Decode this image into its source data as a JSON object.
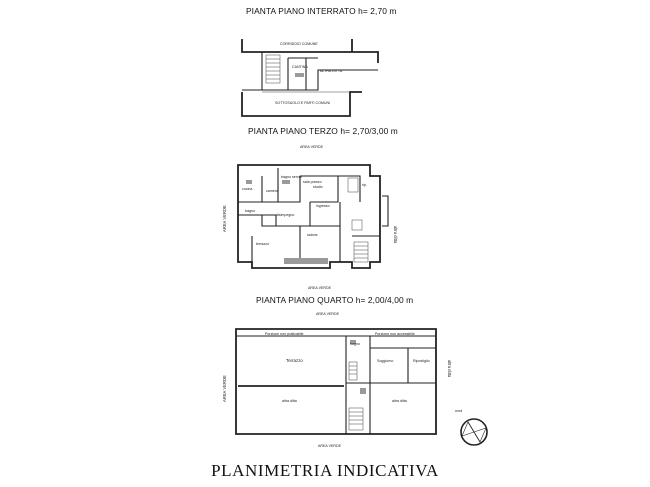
{
  "titles": {
    "basement": "PIANTA PIANO INTERRATO h= 2,70 m",
    "third": "PIANTA PIANO TERZO h= 2,70/3,00 m",
    "fourth": "PIANTA PIANO QUARTO h= 2,00/4,00 m",
    "main": "PLANIMETRIA INDICATIVA"
  },
  "basement": {
    "corridoio": "CORRIDOIO COMUNE",
    "cantina": "CANTINA",
    "altra_ditta": "ALTRA DITTA",
    "sottosuolo": "SOTTOSUOLO E PARTI COMUNI"
  },
  "third": {
    "area_top": "AREA VERDE",
    "area_left": "AREA VERDE",
    "area_bottom": "AREA VERDE",
    "altra_ditta": "altra ditta",
    "rooms": {
      "cucina": "cucina",
      "camera": "camera",
      "bagno_servizi": "bagno servizi",
      "sala_pranzo": "sala pranzo",
      "studio": "studio",
      "bagno": "bagno",
      "disimpegno": "disimpegno",
      "ingresso": "ingresso",
      "salone": "salone",
      "terrazzo": "terrazzo",
      "ripostiglio": "rip."
    }
  },
  "fourth": {
    "area_top": "AREA VERDE",
    "area_left": "AREA VERDE",
    "area_bottom": "AREA VERDE",
    "altra_ditta": "altra ditta",
    "nord": "nord",
    "rooms": {
      "pratic_left": "Porzione non praticabile",
      "pratic_right": "Porzione non accessibile",
      "terrazzo": "Terrazzo",
      "soggiorno": "Soggiorno",
      "ripostiglio": "Ripostiglio",
      "bagno": "bagno",
      "altra_ditta_1": "altra ditta",
      "altra_ditta_2": "altra ditta"
    }
  }
}
